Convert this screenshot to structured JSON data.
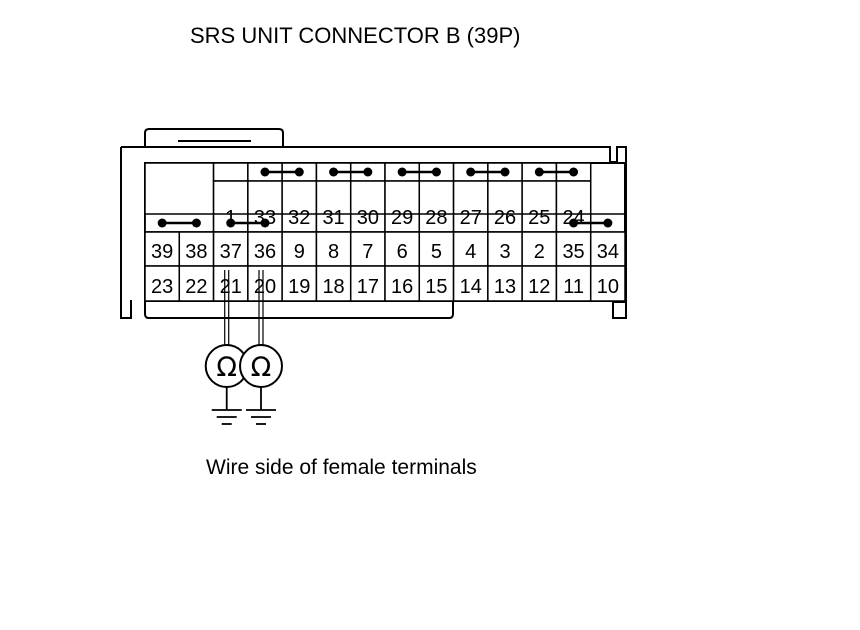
{
  "title": "SRS UNIT CONNECTOR B (39P)",
  "caption": "Wire side of female terminals",
  "connector": {
    "rows": [
      [
        "",
        "1",
        "33",
        "32",
        "31",
        "30",
        "29",
        "28",
        "27",
        "26",
        "25",
        "24"
      ],
      [
        "39",
        "38",
        "37",
        "36",
        "9",
        "8",
        "7",
        "6",
        "5",
        "4",
        "3",
        "2",
        "35",
        "34"
      ],
      [
        "23",
        "22",
        "21",
        "20",
        "19",
        "18",
        "17",
        "16",
        "15",
        "14",
        "13",
        "12",
        "11",
        "10"
      ]
    ],
    "shorting_bars": {
      "top": [
        [
          "33",
          "32"
        ],
        [
          "31",
          "30"
        ],
        [
          "29",
          "28"
        ],
        [
          "27",
          "26"
        ],
        [
          "25",
          "24"
        ]
      ],
      "middle": [
        [
          "39",
          "38"
        ],
        [
          "37",
          "36"
        ],
        [
          "35",
          "34"
        ]
      ]
    }
  },
  "probes": [
    {
      "terminal": "21",
      "meter": "Ω",
      "meter_icon": "ohmmeter-icon",
      "ground_icon": "ground-icon"
    },
    {
      "terminal": "20",
      "meter": "Ω",
      "meter_icon": "ohmmeter-icon",
      "ground_icon": "ground-icon"
    }
  ]
}
